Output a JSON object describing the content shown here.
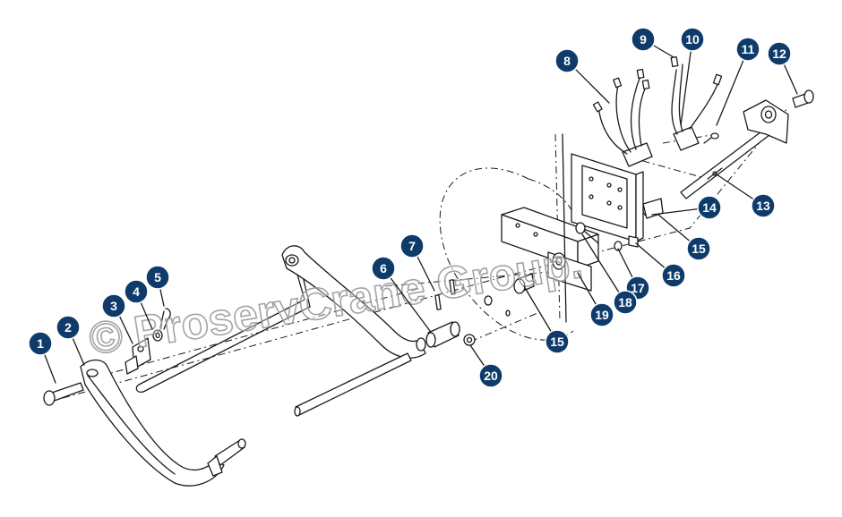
{
  "colors": {
    "badge": "#0f3b6b",
    "line": "#1a1a1a",
    "watermark": "#9a9a9a"
  },
  "watermark": "© ProservCrane Group.",
  "callouts": [
    "1",
    "2",
    "3",
    "4",
    "5",
    "6",
    "7",
    "8",
    "9",
    "10",
    "11",
    "12",
    "13",
    "14",
    "15",
    "15",
    "16",
    "17",
    "18",
    "19",
    "20"
  ]
}
